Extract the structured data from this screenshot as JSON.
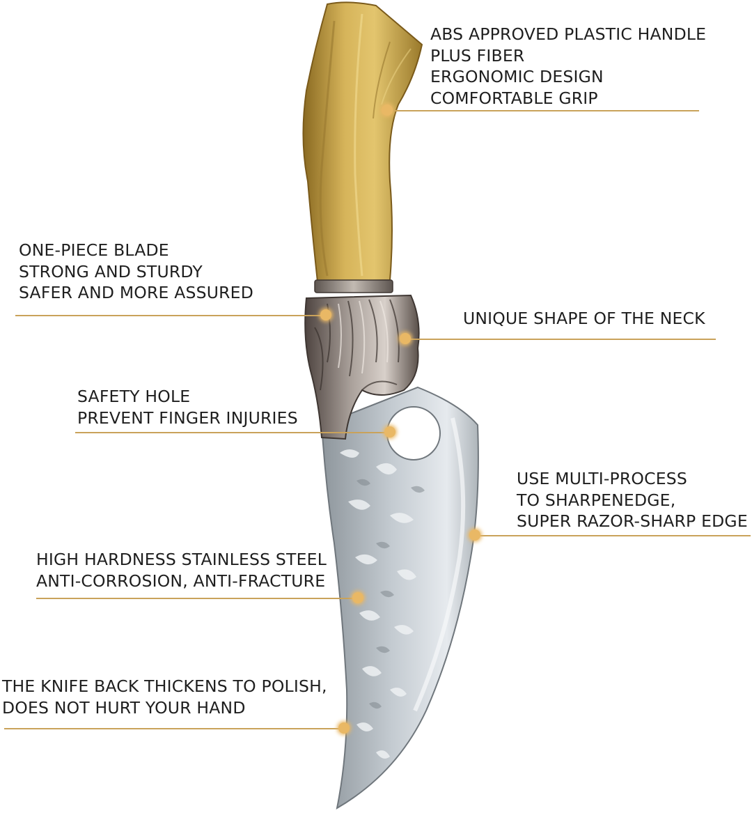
{
  "colors": {
    "leader_line": "#c9a25a",
    "marker_dot": "#e9b865",
    "text": "#1e1e1e",
    "handle": "#c8a24a",
    "blade": "#c9d0d6"
  },
  "callouts": [
    {
      "id": "handle",
      "lines": [
        "ABS APPROVED PLASTIC HANDLE",
        "PLUS FIBER",
        "ERGONOMIC DESIGN",
        "COMFORTABLE GRIP"
      ]
    },
    {
      "id": "blade-body",
      "lines": [
        "ONE-PIECE BLADE",
        "STRONG AND STURDY",
        "SAFER AND MORE ASSURED"
      ]
    },
    {
      "id": "neck",
      "lines": [
        "UNIQUE SHAPE OF THE NECK"
      ]
    },
    {
      "id": "safety-hole",
      "lines": [
        "SAFETY HOLE",
        "PREVENT FINGER INJURIES"
      ]
    },
    {
      "id": "edge",
      "lines": [
        "USE MULTI-PROCESS",
        "TO SHARPENEDGE,",
        "SUPER RAZOR-SHARP EDGE"
      ]
    },
    {
      "id": "steel",
      "lines": [
        "HIGH HARDNESS STAINLESS STEEL",
        "ANTI-CORROSION, ANTI-FRACTURE"
      ]
    },
    {
      "id": "back",
      "lines": [
        "THE KNIFE BACK THICKENS TO POLISH,",
        "DOES NOT HURT YOUR HAND"
      ]
    }
  ]
}
